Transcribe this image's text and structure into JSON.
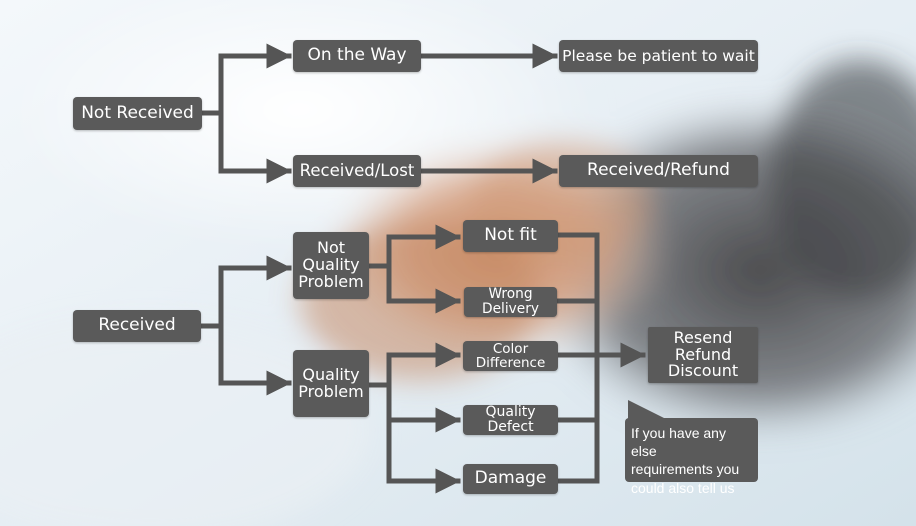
{
  "colors": {
    "box": "#5a5a5a",
    "line": "#555555",
    "text": "#ffffff"
  },
  "nodes": {
    "not_received": "Not Received",
    "on_the_way": "On the Way",
    "please_wait": "Please be patient to wait",
    "received_lost": "Received/Lost",
    "received_refund": "Received/Refund",
    "received": "Received",
    "not_quality_problem": [
      "Not",
      "Quality",
      "Problem"
    ],
    "quality_problem": [
      "Quality",
      "Problem"
    ],
    "not_fit": "Not fit",
    "wrong_delivery": "Wrong Delivery",
    "color_difference": "Color Difference",
    "quality_defect": "Quality Defect",
    "damage": "Damage",
    "outcome": [
      "Resend",
      "Refund",
      "Discount"
    ]
  },
  "callout": [
    "If you have any else",
    "requirements you",
    "could also tell us"
  ]
}
